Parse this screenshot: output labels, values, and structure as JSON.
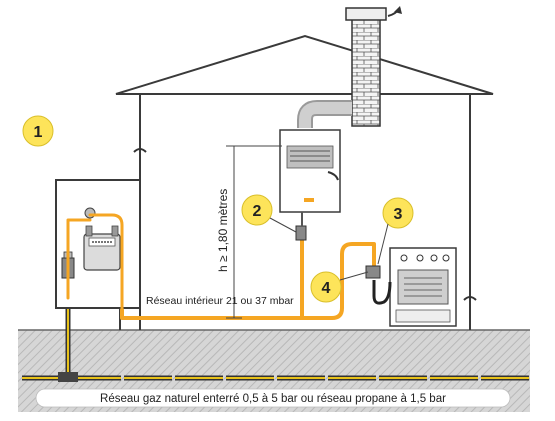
{
  "callouts": [
    {
      "number": "1"
    },
    {
      "number": "2"
    },
    {
      "number": "3"
    },
    {
      "number": "4"
    }
  ],
  "labels": {
    "height_rule": "h ≥ 1,80 mètres",
    "interior_network": "Réseau intérieur 21 ou 37 mbar",
    "underground_network": "Réseau gaz naturel enterré 0,5 à 5 bar ou réseau propane à 1,5 bar"
  },
  "colors": {
    "gas_pipe": "#F5A623",
    "callout_fill": "#FDE45A",
    "ground": "#CFCFCF",
    "wall_outline": "#3A3A3A",
    "buried_pipe": "#E8C21A"
  },
  "icons": {
    "boiler": "wall-boiler-icon",
    "stove": "gas-stove-icon",
    "meter": "gas-meter-icon",
    "chimney": "chimney-icon"
  }
}
